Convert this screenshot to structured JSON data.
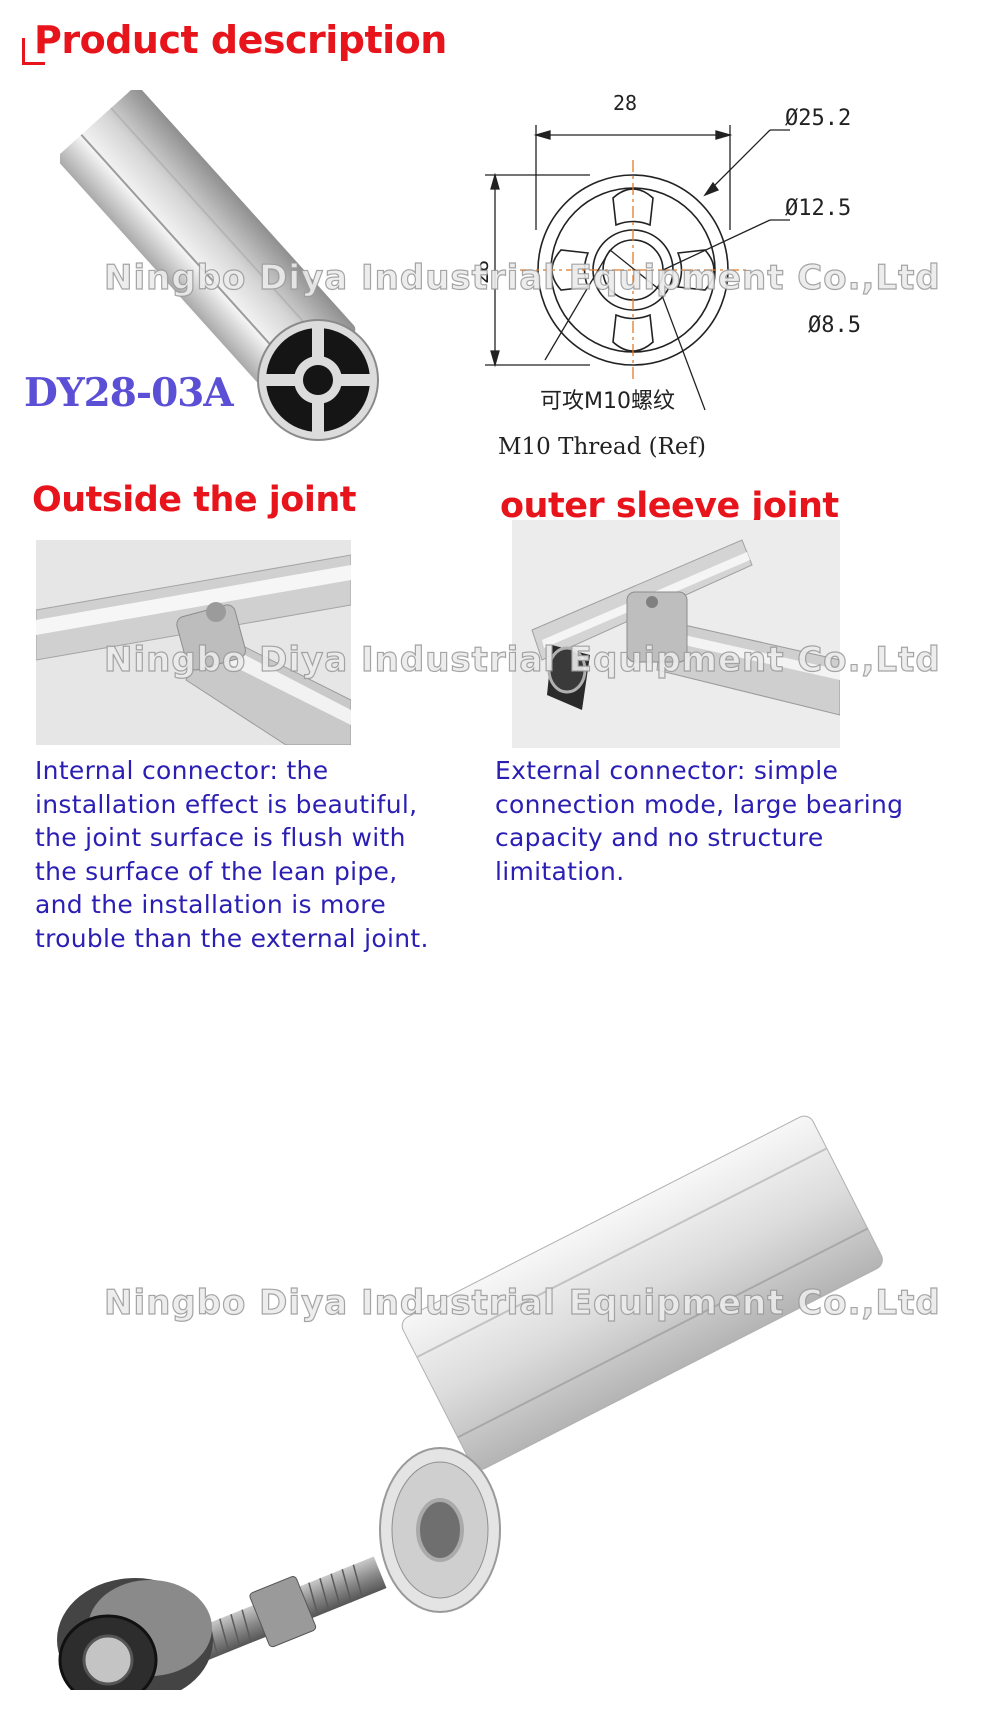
{
  "header": {
    "title": "Product description"
  },
  "product": {
    "model": "DY28-03A"
  },
  "drawing": {
    "width_dim": "28",
    "height_dim": "28",
    "outer_dia": "Ø25.2",
    "inner_dia": "Ø12.5",
    "hole_dia": "Ø8.5",
    "thread_cn": "可攻M10螺纹",
    "thread_en": "M10 Thread (Ref)"
  },
  "sections": {
    "internal": {
      "title": "Outside the joint",
      "desc_lines": [
        "Internal connector: the",
        "installation effect is beautiful,",
        "the joint surface is flush with",
        "the surface of the lean pipe,",
        "and the installation is more",
        "trouble than the external joint."
      ]
    },
    "external": {
      "title": "outer sleeve joint",
      "desc_lines": [
        "External connector: simple",
        "connection mode, large bearing",
        "capacity and no structure",
        "limitation."
      ]
    }
  },
  "watermark": "Ningbo Diya Industrial Equipment Co.,Ltd",
  "colors": {
    "title_red": "#e8141b",
    "desc_blue": "#2b1fb3",
    "model_blue": "#5b4fd6"
  }
}
